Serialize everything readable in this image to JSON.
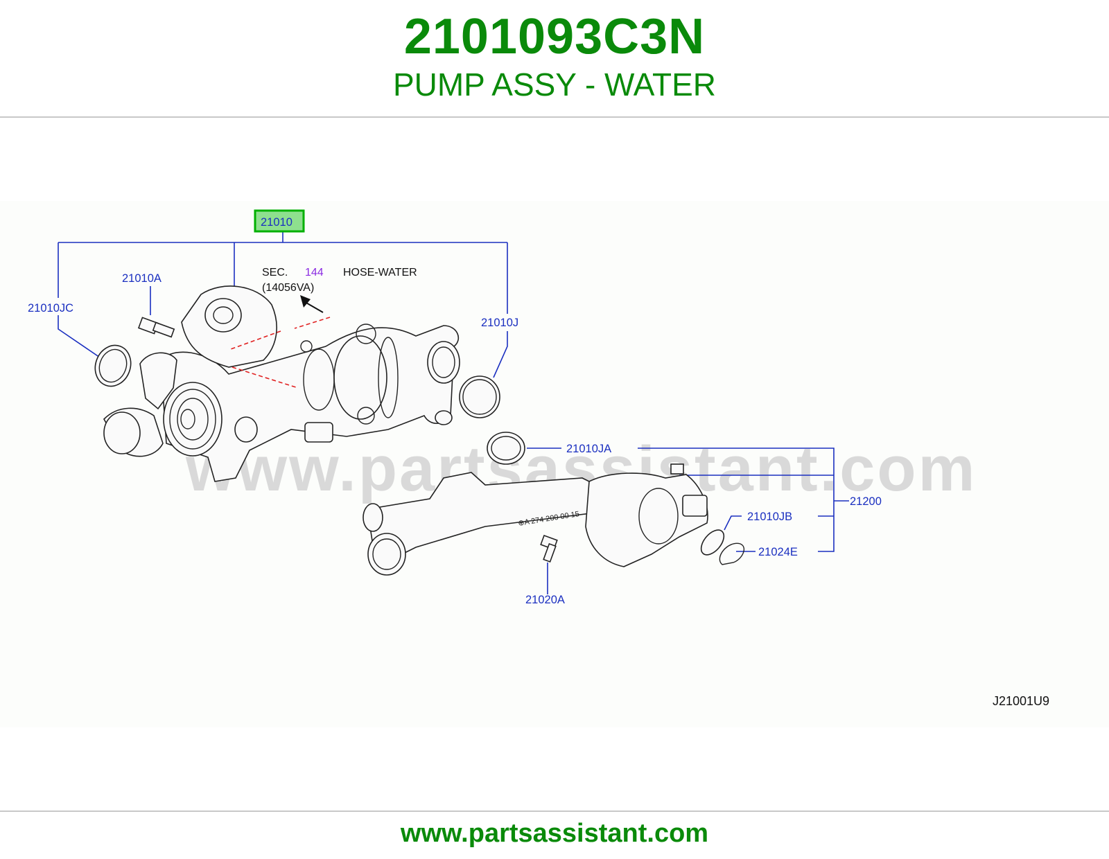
{
  "header": {
    "part_number": "2101093C3N",
    "part_name": "PUMP ASSY - WATER"
  },
  "diagram": {
    "watermark": "www.partsassistant.com",
    "highlighted_callout": "21010",
    "callouts": {
      "c21010": "21010",
      "c21010A": "21010A",
      "c21010JC": "21010JC",
      "c21010J": "21010J",
      "c21010JA": "21010JA",
      "c21200": "21200",
      "c21010JB": "21010JB",
      "c21024E": "21024E",
      "c21020A": "21020A"
    },
    "section_note": {
      "prefix": "SEC.",
      "section": "144",
      "part": "HOSE-WATER",
      "code": "(14056VA)"
    },
    "stamp_text": "⊕A 274 200 00 15",
    "diagram_id": "J21001U9"
  },
  "footer": {
    "url": "www.partsassistant.com"
  },
  "colors": {
    "brand_green": "#0a8a0a",
    "callout_blue": "#1a2fc0",
    "highlight_fill": "#8ee08e",
    "section_purple": "#8a2be2",
    "section_arrow_red": "#e02020"
  }
}
